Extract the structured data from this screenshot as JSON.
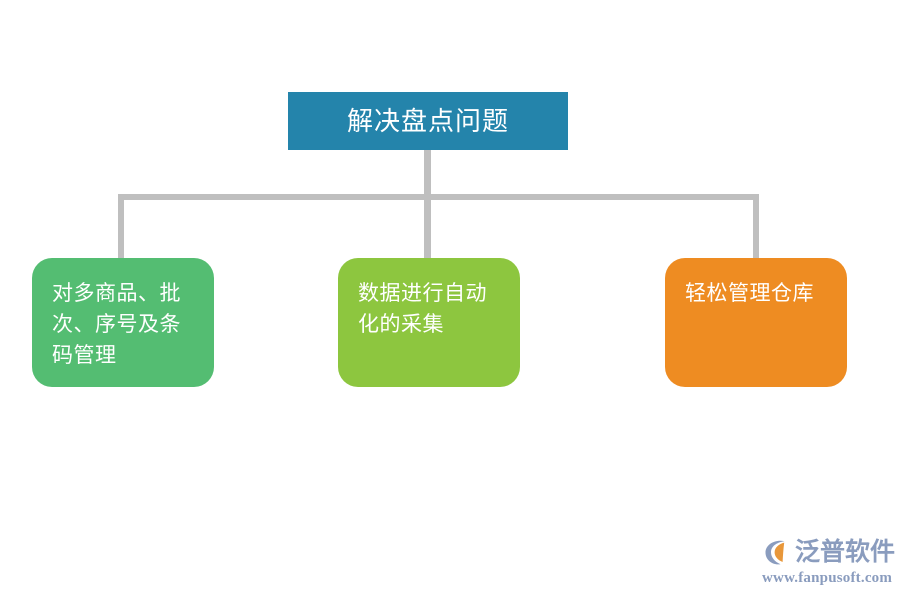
{
  "diagram": {
    "type": "org-tree",
    "background_color": "#ffffff",
    "connector_color": "#bfbfbf",
    "root": {
      "label": "解决盘点问题",
      "color": "#2484ab",
      "text_color": "#ffffff",
      "shape": "rectangle"
    },
    "children": [
      {
        "label": "对多商品、批次、序号及条码管理",
        "color": "#54bd72",
        "text_color": "#ffffff",
        "shape": "rounded-rectangle"
      },
      {
        "label": "数据进行自动化的采集",
        "color": "#8dc63f",
        "text_color": "#ffffff",
        "shape": "rounded-rectangle"
      },
      {
        "label": "轻松管理仓库",
        "color": "#ee8c22",
        "text_color": "#ffffff",
        "shape": "rounded-rectangle"
      }
    ]
  },
  "watermark": {
    "brand": "泛普软件",
    "url": "www.fanpusoft.com",
    "color": "#8a9cbe",
    "accent_color": "#e8973a",
    "icon": "fanpu-logo-mark"
  }
}
